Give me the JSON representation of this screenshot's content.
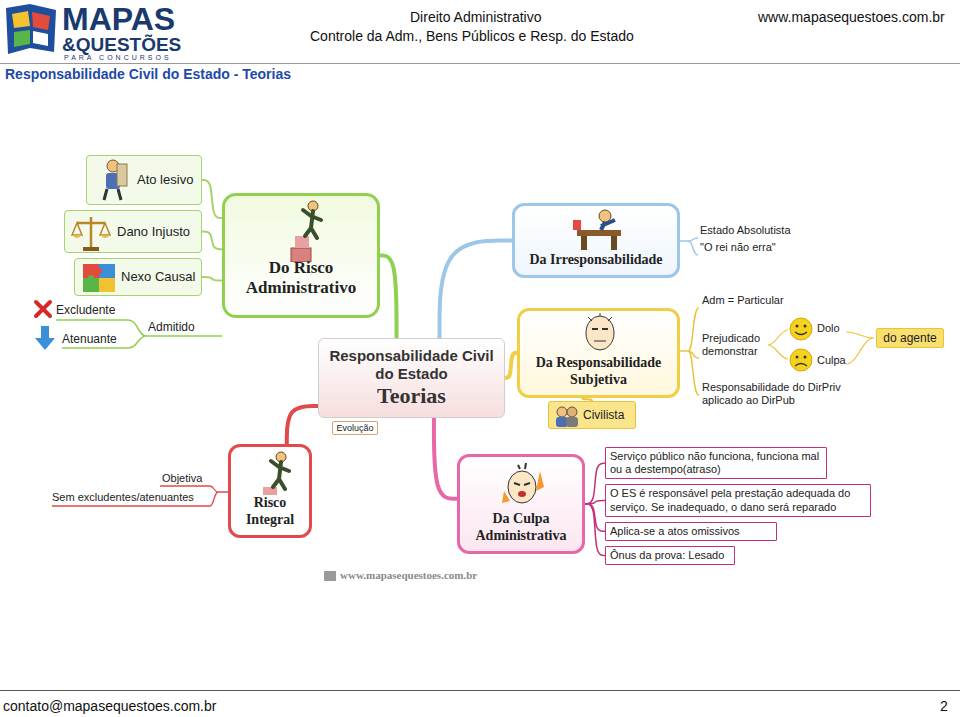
{
  "diagram": {
    "title": "Responsabilidade Civil do Estado - Teorias",
    "nodes": [
      {
        "text": [
          "Responsabilidade Civil do Estado",
          "Teorias"
        ]
      },
      {
        "text": [
          "Evolução"
        ]
      },
      {
        "text": [
          "Do Risco Administrativo"
        ]
      },
      {
        "text": [
          "Ato lesivo"
        ]
      },
      {
        "text": [
          "Dano Injusto"
        ]
      },
      {
        "text": [
          "Nexo Causal"
        ]
      },
      {
        "text": [
          "Da Irresponsabilidade"
        ]
      },
      {
        "text": [
          "Da Responsabilidade Subjetiva"
        ]
      },
      {
        "text": [
          "Civilista"
        ]
      },
      {
        "text": [
          "Risco Integral"
        ]
      },
      {
        "text": [
          "Da Culpa Administrativa"
        ]
      },
      {
        "text": [
          "do agente"
        ]
      },
      {
        "text": [
          "Serviço público não funciona, funciona mal ou a destempo(atraso)"
        ]
      },
      {
        "text": [
          "O ES é responsável pela prestação adequada do serviço. Se inadequado, o dano será reparado"
        ]
      },
      {
        "text": [
          "Aplica-se a atos omissivos"
        ]
      },
      {
        "text": [
          "Ônus da prova: Lesado"
        ]
      }
    ],
    "edges": [
      {
        "from": 0,
        "to": 2,
        "arrow": "none"
      },
      {
        "from": 0,
        "to": 6,
        "arrow": "none"
      },
      {
        "from": 0,
        "to": 7,
        "arrow": "none"
      },
      {
        "from": 0,
        "to": 9,
        "arrow": "none"
      },
      {
        "from": 0,
        "to": 10,
        "arrow": "none"
      },
      {
        "from": 2,
        "to": 3,
        "arrow": "none"
      },
      {
        "from": 2,
        "to": 4,
        "arrow": "none"
      },
      {
        "from": 2,
        "to": 5,
        "arrow": "none"
      },
      {
        "from": 7,
        "to": 8,
        "arrow": "none"
      },
      {
        "from": 10,
        "to": 12,
        "arrow": "none"
      },
      {
        "from": 10,
        "to": 13,
        "arrow": "none"
      },
      {
        "from": 10,
        "to": 14,
        "arrow": "none"
      },
      {
        "from": 10,
        "to": 15,
        "arrow": "none"
      }
    ],
    "labels": [
      "MAPAS",
      "&QUESTÕES",
      "PARA CONCURSOS",
      "Direito Administrativo",
      "Controle da Adm., Bens Públicos e Resp. do Estado",
      "www.mapasequestoes.com.br",
      "Excludente",
      "Atenuante",
      "Admitido",
      "Estado Absolutista",
      "\"O rei não erra\"",
      "Adm = Particular",
      "Prejudicado demonstrar",
      "Dolo",
      "Culpa",
      "Responsabilidade do DirPriv aplicado ao DirPub",
      "Objetiva",
      "Sem excludentes/atenuantes",
      "www.mapasequestoes.com.br",
      "contato@mapasequestoes.com.br",
      "2"
    ]
  }
}
